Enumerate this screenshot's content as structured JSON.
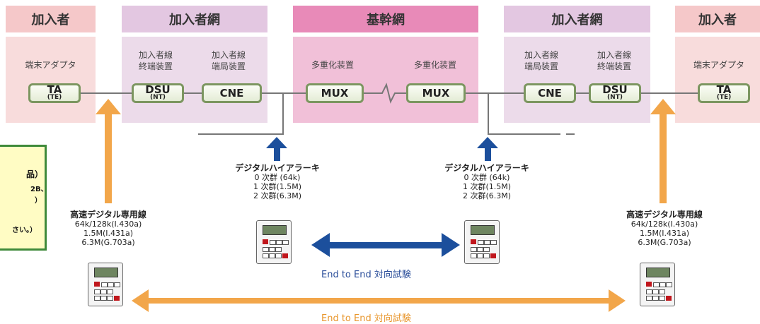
{
  "headers": {
    "left_subscriber": "加入者",
    "left_network": "加入者網",
    "backbone": "基幹網",
    "right_network": "加入者網",
    "right_subscriber": "加入者"
  },
  "labels": {
    "terminal_adapter_left": "端末アダプタ",
    "terminal_adapter_right": "端末アダプタ",
    "line_terminal_left": [
      "加入者線",
      "終端装置"
    ],
    "line_exchange_left": [
      "加入者線",
      "端局装置"
    ],
    "mux_left": "多重化装置",
    "mux_right": "多重化装置",
    "line_exchange_right": [
      "加入者線",
      "端局装置"
    ],
    "line_terminal_right": [
      "加入者線",
      "終端装置"
    ]
  },
  "devices": {
    "ta_main": "TA",
    "ta_sub": "(TE)",
    "dsu_main": "DSU",
    "dsu_sub": "(NT)",
    "cne": "CNE",
    "mux": "MUX"
  },
  "hierarchy": {
    "title": "デジタルハイアラーキ",
    "lines": [
      "0 次群 (64k)",
      "1 次群(1.5M)",
      "2 次群(6.3M)"
    ]
  },
  "leased_line": {
    "title": "高速デジタル専用線",
    "lines": [
      "64k/128k(I.430a)",
      "1.5M(I.431a)",
      "6.3M(G.703a)"
    ]
  },
  "end_to_end": "End to End 対向試験",
  "note_fragments": [
    "品）",
    "2B、",
    "）",
    "さい。）"
  ],
  "colors": {
    "subscriber_bg": "#f8dcdc",
    "subscriber_header": "#f5c8c9",
    "network_bg": "#ecdbea",
    "network_header": "#e3c7e1",
    "backbone_bg": "#f1c0d8",
    "backbone_header": "#e88ab8",
    "device_border": "#7c9660",
    "orange_arrow": "#f2a64a",
    "blue_arrow": "#1c4f9c",
    "e2e_blue": "#2b4e9a",
    "e2e_orange": "#e8962c",
    "note_bg": "#fffcc4",
    "note_border": "#3f8a3a"
  }
}
